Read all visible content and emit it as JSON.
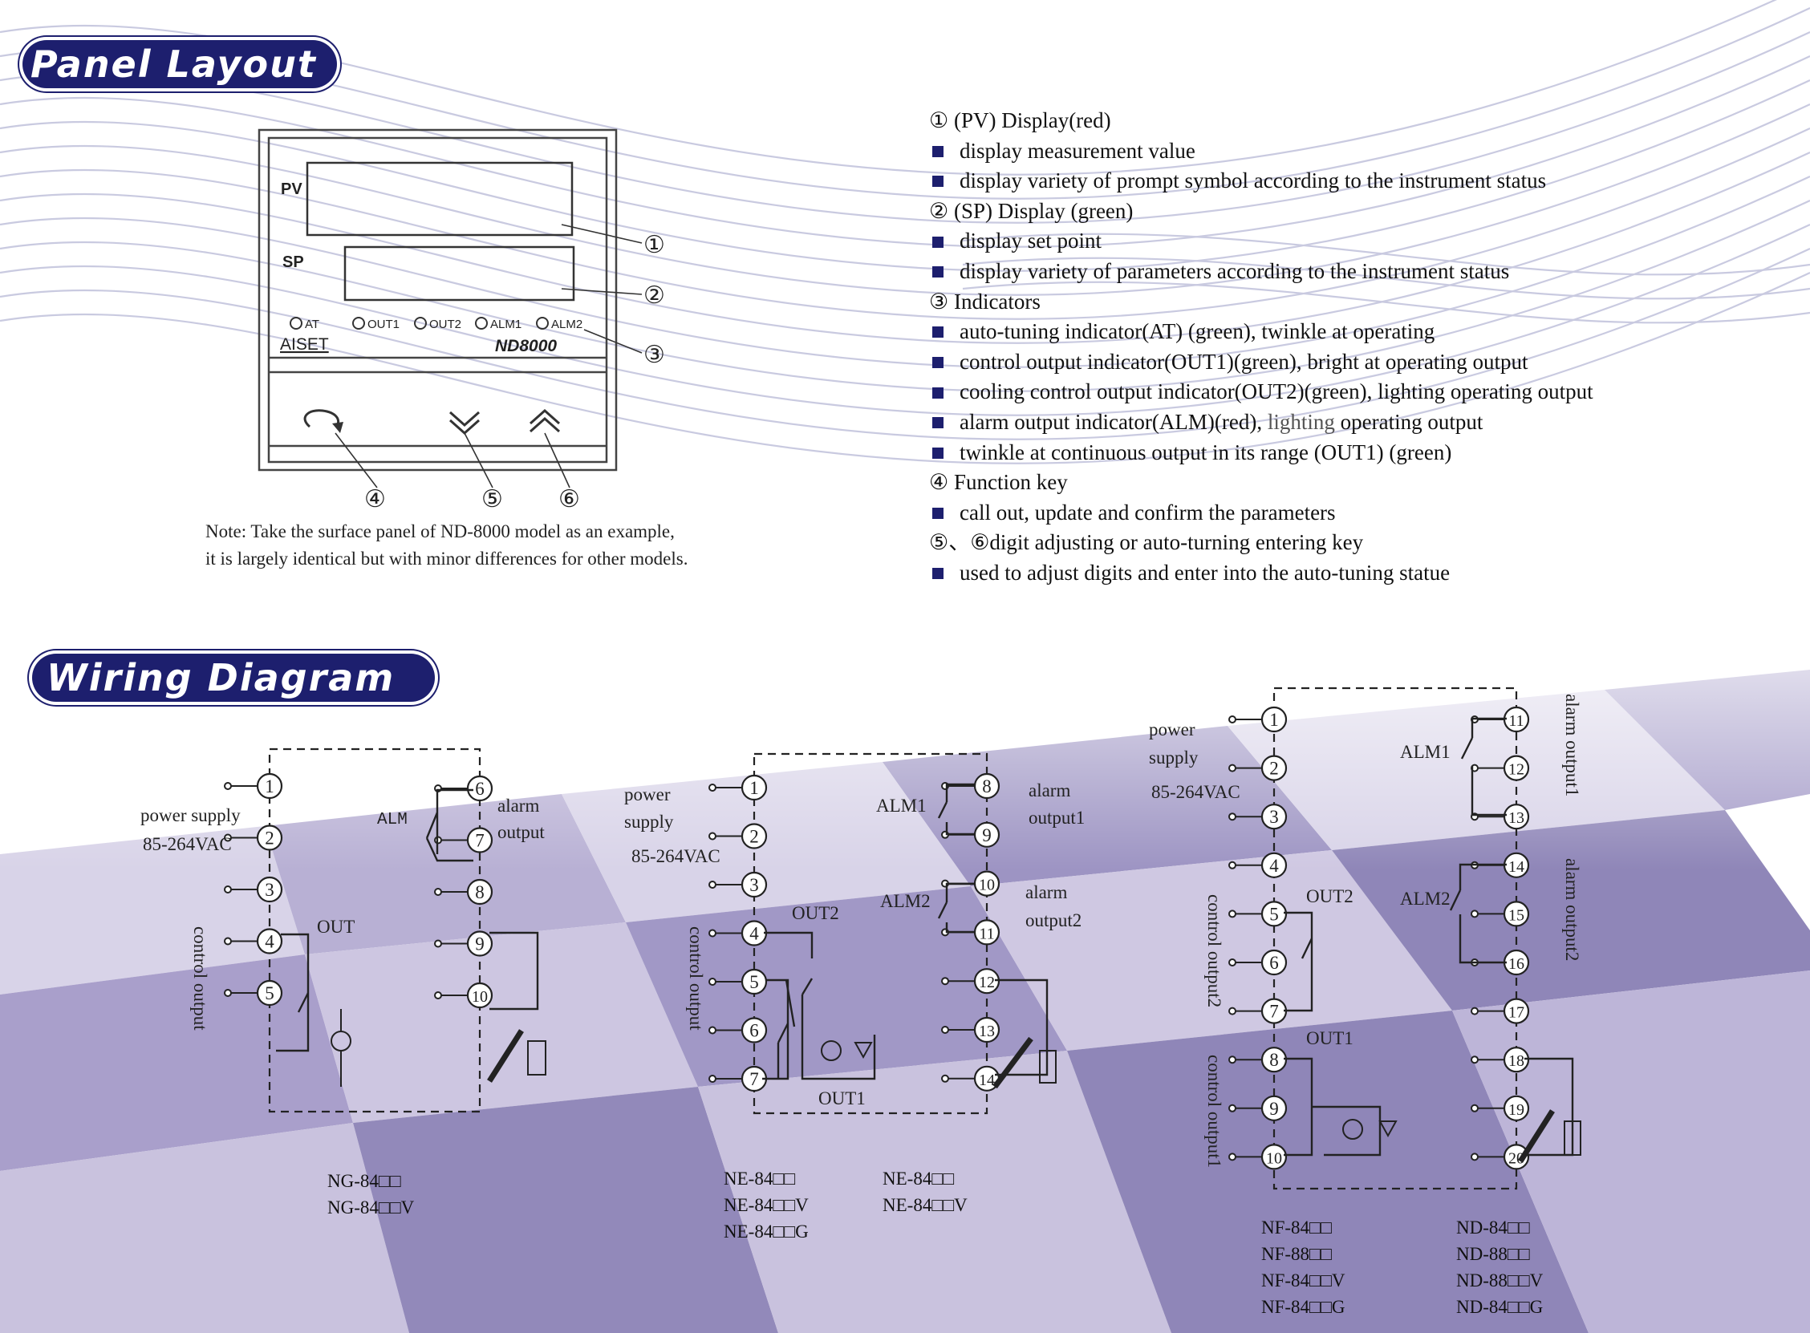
{
  "panel_layout": {
    "title": "Panel Layout",
    "pv_label": "PV",
    "sp_label": "SP",
    "indicators": [
      "AT",
      "OUT1",
      "OUT2",
      "ALM1",
      "ALM2"
    ],
    "brand": "AISET",
    "model": "ND8000",
    "callouts": [
      "①",
      "②",
      "③",
      "④",
      "⑤",
      "⑥"
    ],
    "note_line1": "Note: Take the surface panel of ND-8000 model as an example,",
    "note_line2": "it is largely identical but with minor differences for other models."
  },
  "descriptions": {
    "h1": "① (PV) Display(red)",
    "b1": "display measurement value",
    "b2": "display variety of prompt symbol according to the instrument status",
    "h2": "② (SP) Display (green)",
    "b3": "display set point",
    "b4": "display variety of parameters according to the instrument status",
    "h3": "③ Indicators",
    "b5": "auto-tuning indicator(AT) (green), twinkle at operating",
    "b6": "control output indicator(OUT1)(green), bright at operating output",
    "b7": "cooling control output indicator(OUT2)(green), lighting operating output",
    "b8a": "alarm output indicator(ALM)(red),",
    "b8b": "lighting",
    "b8c": "operating output",
    "b9": "twinkle at continuous output in its range (OUT1) (green)",
    "h4": "④ Function key",
    "b10": "call out, update and confirm the parameters",
    "h5": "⑤、⑥digit adjusting or auto-turning entering key",
    "b11": "used to adjust digits and enter into the auto-tuning statue"
  },
  "wiring_diagram": {
    "title": "Wiring Diagram",
    "ng": {
      "power_supply": "power supply",
      "voltage": "85-264VAC",
      "control_output": "control output",
      "out": "OUT",
      "alm": "ALM",
      "alarm_output_1": "alarm",
      "alarm_output_2": "output",
      "models": [
        "NG-84□□",
        "NG-84□□V"
      ]
    },
    "ne": {
      "power": "power",
      "supply": "supply",
      "voltage": "85-264VAC",
      "control_output": "control output",
      "out1": "OUT1",
      "out2": "OUT2",
      "alm1": "ALM1",
      "alm2": "ALM2",
      "alarm1_a": "alarm",
      "alarm1_b": "output1",
      "alarm2_a": "alarm",
      "alarm2_b": "output2",
      "models_left": [
        "NE-84□□",
        "NE-84□□V",
        "NE-84□□G"
      ],
      "models_right": [
        "NE-84□□",
        "NE-84□□V"
      ]
    },
    "nf": {
      "power": "power",
      "supply": "supply",
      "voltage": "85-264VAC",
      "out1": "OUT1",
      "out2": "OUT2",
      "alm1": "ALM1",
      "alm2": "ALM2",
      "control_output2": "control output2",
      "control_output1": "control output1",
      "alarm_output1": "alarm output1",
      "alarm_output2": "alarm output2",
      "models_left": [
        "NF-84□□",
        "NF-88□□",
        "NF-84□□V",
        "NF-84□□G"
      ],
      "models_right": [
        "ND-84□□",
        "ND-88□□",
        "ND-88□□V",
        "ND-84□□G"
      ]
    }
  },
  "colors": {
    "title_bg": "#1d1f6e",
    "tile_dark": "#8f86b8",
    "tile_light": "#c9c2de",
    "stripe": "#bdbdd8"
  }
}
